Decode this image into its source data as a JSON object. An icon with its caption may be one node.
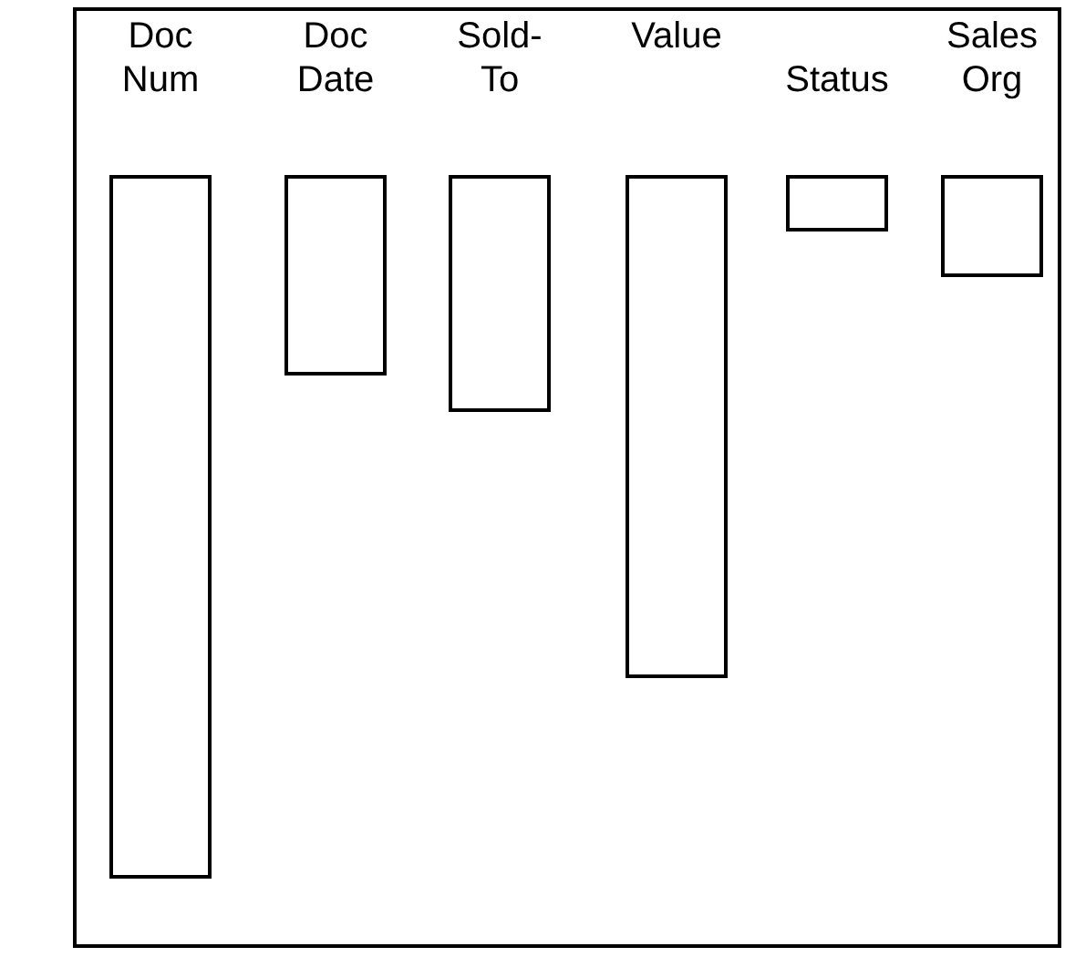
{
  "diagram": {
    "nodes": [
      {
        "text": [],
        "shape": "box"
      },
      {
        "text": [
          "Doc Num"
        ],
        "in": 0
      },
      {
        "text": [
          "Doc Date"
        ],
        "in": 0
      },
      {
        "text": [
          "Sold-To"
        ],
        "in": 0
      },
      {
        "text": [
          "Value"
        ],
        "in": 0
      },
      {
        "text": [
          "Status"
        ],
        "in": 0
      },
      {
        "text": [
          "Sales Org"
        ],
        "in": 0
      }
    ]
  }
}
